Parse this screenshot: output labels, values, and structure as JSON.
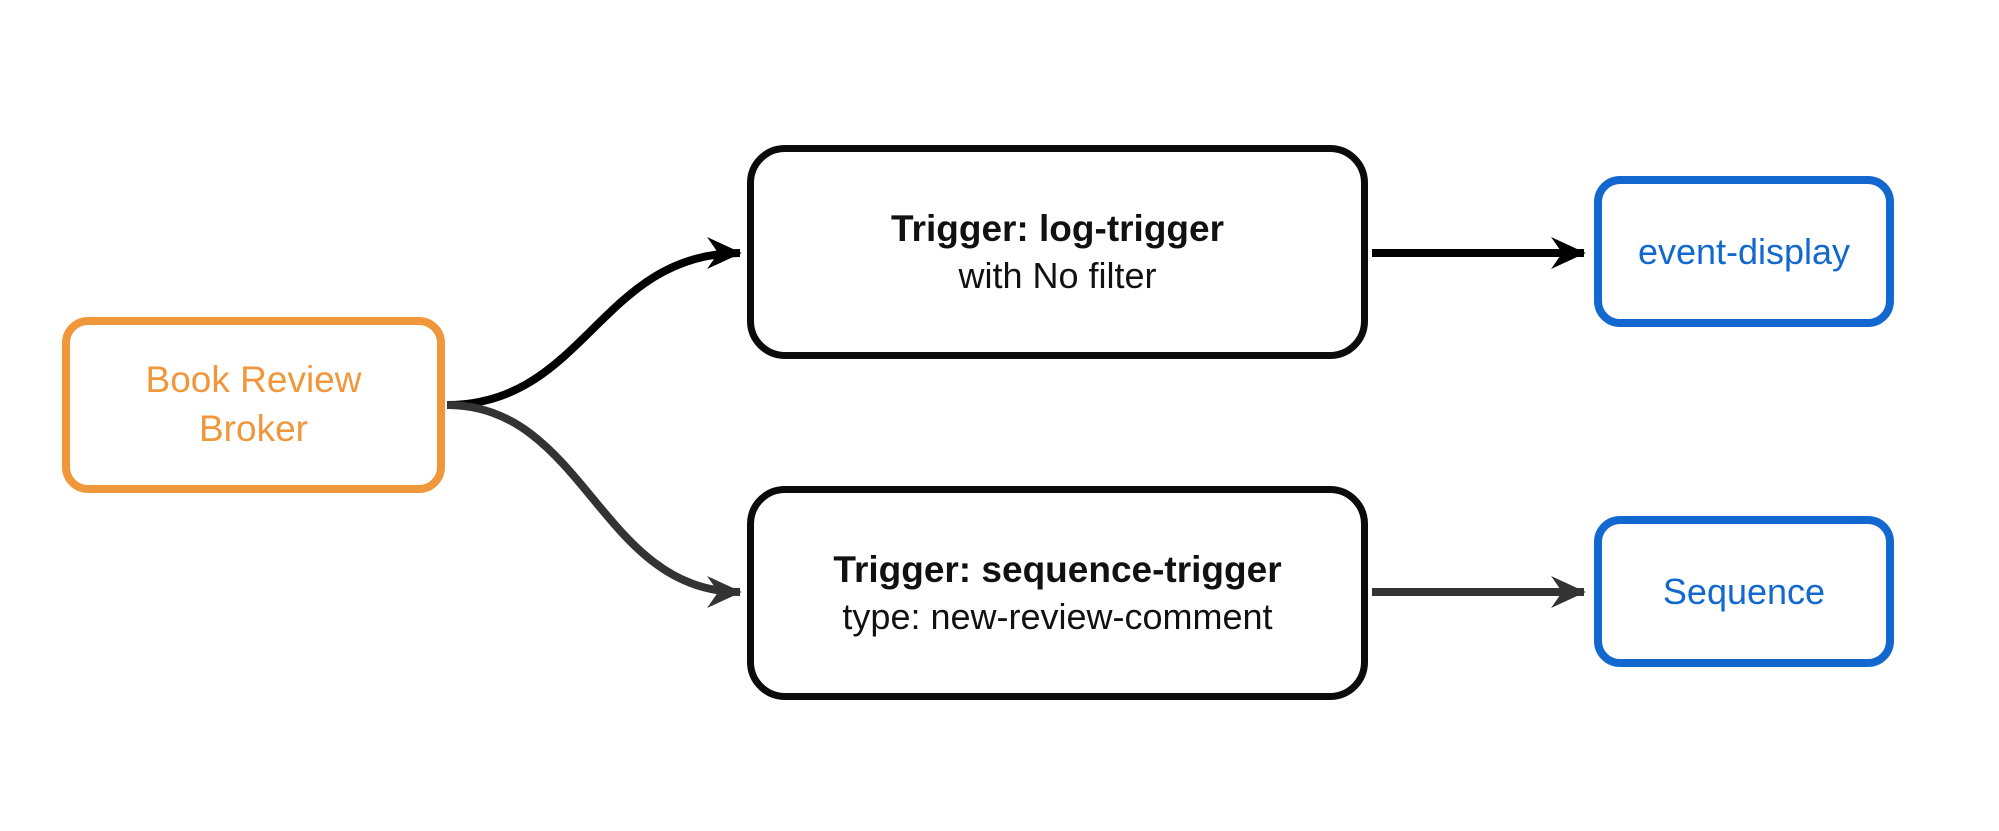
{
  "diagram": {
    "broker": {
      "lines": [
        "Book Review",
        "Broker"
      ]
    },
    "triggers": [
      {
        "title": "Trigger: log-trigger",
        "subtitle": "with No filter"
      },
      {
        "title": "Trigger: sequence-trigger",
        "subtitle": "type: new-review-comment"
      }
    ],
    "sinks": [
      {
        "label": "event-display"
      },
      {
        "label": "Sequence"
      }
    ],
    "colors": {
      "broker_accent": "#F0973B",
      "sink_accent": "#1268CE",
      "node_border": "#0b0b0b",
      "node_text": "#111111",
      "edge_dark": "#000000",
      "edge_gray": "#333333",
      "background": "#ffffff"
    }
  }
}
